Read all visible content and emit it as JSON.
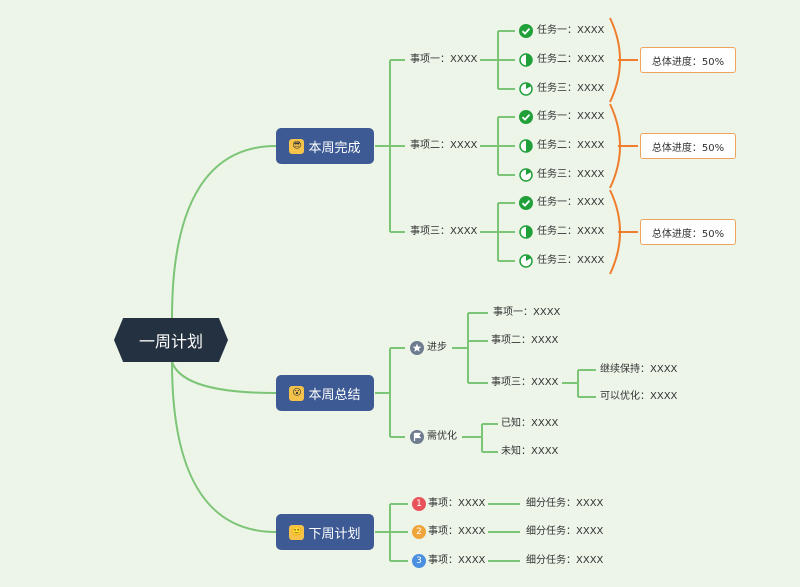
{
  "root": "一周计划",
  "done": {
    "label": "本周完成",
    "face": "😎",
    "items": [
      {
        "label": "事项一：XXXX",
        "tasks": [
          "任务一：XXXX",
          "任务二：XXXX",
          "任务三：XXXX"
        ],
        "progress": "总体进度：50%"
      },
      {
        "label": "事项二：XXXX",
        "tasks": [
          "任务一：XXXX",
          "任务二：XXXX",
          "任务三：XXXX"
        ],
        "progress": "总体进度：50%"
      },
      {
        "label": "事项三：XXXX",
        "tasks": [
          "任务一：XXXX",
          "任务二：XXXX",
          "任务三：XXXX"
        ],
        "progress": "总体进度：50%"
      }
    ]
  },
  "summary": {
    "label": "本周总结",
    "face": "😮",
    "progress_branch": {
      "label": "进步",
      "items": [
        "事项一：XXXX",
        "事项二：XXXX",
        "事项三：XXXX"
      ],
      "sub": [
        "继续保持：XXXX",
        "可以优化：XXXX"
      ]
    },
    "optimize_branch": {
      "label": "需优化",
      "items": [
        "已知：XXXX",
        "未知：XXXX"
      ]
    }
  },
  "next": {
    "label": "下周计划",
    "face": "🙂",
    "items": [
      {
        "num": "1",
        "label": "事项：XXXX",
        "task": "细分任务：XXXX"
      },
      {
        "num": "2",
        "label": "事项：XXXX",
        "task": "细分任务：XXXX"
      },
      {
        "num": "3",
        "label": "事项：XXXX",
        "task": "细分任务：XXXX"
      }
    ]
  },
  "colors": {
    "line": "#7cc576",
    "bracket": "#ef7d2d",
    "node": "#3d5a94",
    "root": "#243141",
    "check": "#21a03a",
    "num1": "#e9545a",
    "num2": "#f0a43a",
    "num3": "#4a8fe0"
  }
}
